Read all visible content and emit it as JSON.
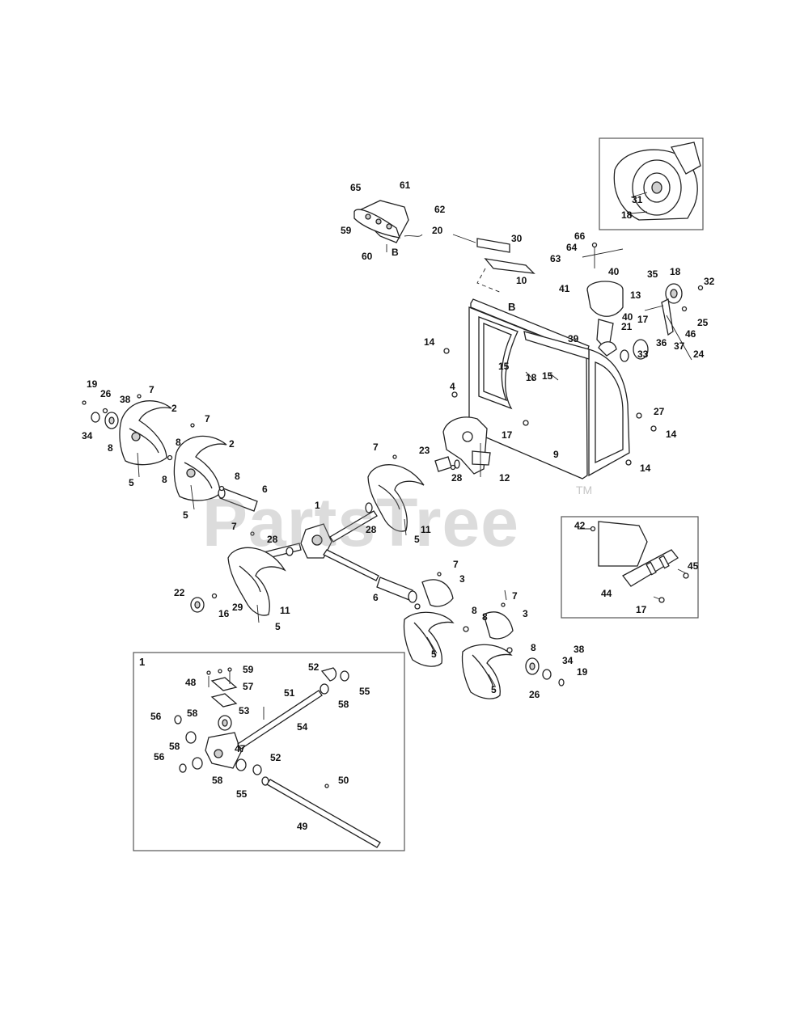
{
  "watermark": {
    "text": "PartsTree",
    "tm": "TM"
  },
  "inset_main_number": "1",
  "ref_b_label": "B",
  "callouts": [
    {
      "id": "65",
      "t": "65"
    },
    {
      "id": "61",
      "t": "61"
    },
    {
      "id": "62",
      "t": "62"
    },
    {
      "id": "59a",
      "t": "59"
    },
    {
      "id": "60",
      "t": "60"
    },
    {
      "id": "B1",
      "t": "B"
    },
    {
      "id": "20",
      "t": "20"
    },
    {
      "id": "30",
      "t": "30"
    },
    {
      "id": "10",
      "t": "10"
    },
    {
      "id": "66",
      "t": "66"
    },
    {
      "id": "64",
      "t": "64"
    },
    {
      "id": "63",
      "t": "63"
    },
    {
      "id": "40a",
      "t": "40"
    },
    {
      "id": "41",
      "t": "41"
    },
    {
      "id": "35",
      "t": "35"
    },
    {
      "id": "18a",
      "t": "18"
    },
    {
      "id": "32",
      "t": "32"
    },
    {
      "id": "13",
      "t": "13"
    },
    {
      "id": "40b",
      "t": "40"
    },
    {
      "id": "17a",
      "t": "17"
    },
    {
      "id": "25",
      "t": "25"
    },
    {
      "id": "46",
      "t": "46"
    },
    {
      "id": "21",
      "t": "21"
    },
    {
      "id": "37",
      "t": "37"
    },
    {
      "id": "39",
      "t": "39"
    },
    {
      "id": "36",
      "t": "36"
    },
    {
      "id": "33",
      "t": "33"
    },
    {
      "id": "24",
      "t": "24"
    },
    {
      "id": "14a",
      "t": "14"
    },
    {
      "id": "15a",
      "t": "15"
    },
    {
      "id": "18b",
      "t": "18"
    },
    {
      "id": "15b",
      "t": "15"
    },
    {
      "id": "4",
      "t": "4"
    },
    {
      "id": "27",
      "t": "27"
    },
    {
      "id": "14b",
      "t": "14"
    },
    {
      "id": "17b",
      "t": "17"
    },
    {
      "id": "9",
      "t": "9"
    },
    {
      "id": "14c",
      "t": "14"
    },
    {
      "id": "23",
      "t": "23"
    },
    {
      "id": "28a",
      "t": "28"
    },
    {
      "id": "12",
      "t": "12"
    },
    {
      "id": "19a",
      "t": "19"
    },
    {
      "id": "26a",
      "t": "26"
    },
    {
      "id": "7a",
      "t": "7"
    },
    {
      "id": "38a",
      "t": "38"
    },
    {
      "id": "2a",
      "t": "2"
    },
    {
      "id": "34a",
      "t": "34"
    },
    {
      "id": "8a",
      "t": "8"
    },
    {
      "id": "7b",
      "t": "7"
    },
    {
      "id": "8b",
      "t": "8"
    },
    {
      "id": "2b",
      "t": "2"
    },
    {
      "id": "8c",
      "t": "8"
    },
    {
      "id": "5a",
      "t": "5"
    },
    {
      "id": "8d",
      "t": "8"
    },
    {
      "id": "6a",
      "t": "6"
    },
    {
      "id": "5b",
      "t": "5"
    },
    {
      "id": "7c",
      "t": "7"
    },
    {
      "id": "1",
      "t": "1"
    },
    {
      "id": "28b",
      "t": "28"
    },
    {
      "id": "11a",
      "t": "11"
    },
    {
      "id": "5c",
      "t": "5"
    },
    {
      "id": "7d",
      "t": "7"
    },
    {
      "id": "28c",
      "t": "28"
    },
    {
      "id": "22",
      "t": "22"
    },
    {
      "id": "29",
      "t": "29"
    },
    {
      "id": "16",
      "t": "16"
    },
    {
      "id": "11b",
      "t": "11"
    },
    {
      "id": "5d",
      "t": "5"
    },
    {
      "id": "7e",
      "t": "7"
    },
    {
      "id": "3a",
      "t": "3"
    },
    {
      "id": "6b",
      "t": "6"
    },
    {
      "id": "8e",
      "t": "8"
    },
    {
      "id": "8f",
      "t": "8"
    },
    {
      "id": "7f",
      "t": "7"
    },
    {
      "id": "3b",
      "t": "3"
    },
    {
      "id": "5e",
      "t": "5"
    },
    {
      "id": "8g",
      "t": "8"
    },
    {
      "id": "38b",
      "t": "38"
    },
    {
      "id": "34b",
      "t": "34"
    },
    {
      "id": "19b",
      "t": "19"
    },
    {
      "id": "26b",
      "t": "26"
    },
    {
      "id": "5f",
      "t": "5"
    },
    {
      "id": "31",
      "t": "31"
    },
    {
      "id": "18c",
      "t": "18"
    },
    {
      "id": "42",
      "t": "42"
    },
    {
      "id": "45",
      "t": "45"
    },
    {
      "id": "44",
      "t": "44"
    },
    {
      "id": "17c",
      "t": "17"
    },
    {
      "id": "48",
      "t": "48"
    },
    {
      "id": "59b",
      "t": "59"
    },
    {
      "id": "57",
      "t": "57"
    },
    {
      "id": "52a",
      "t": "52"
    },
    {
      "id": "55a",
      "t": "55"
    },
    {
      "id": "51",
      "t": "51"
    },
    {
      "id": "58a",
      "t": "58"
    },
    {
      "id": "53",
      "t": "53"
    },
    {
      "id": "56a",
      "t": "56"
    },
    {
      "id": "58b",
      "t": "58"
    },
    {
      "id": "54",
      "t": "54"
    },
    {
      "id": "47",
      "t": "47"
    },
    {
      "id": "58c",
      "t": "58"
    },
    {
      "id": "56b",
      "t": "56"
    },
    {
      "id": "52b",
      "t": "52"
    },
    {
      "id": "58d",
      "t": "58"
    },
    {
      "id": "55b",
      "t": "55"
    },
    {
      "id": "50",
      "t": "50"
    },
    {
      "id": "49",
      "t": "49"
    }
  ]
}
